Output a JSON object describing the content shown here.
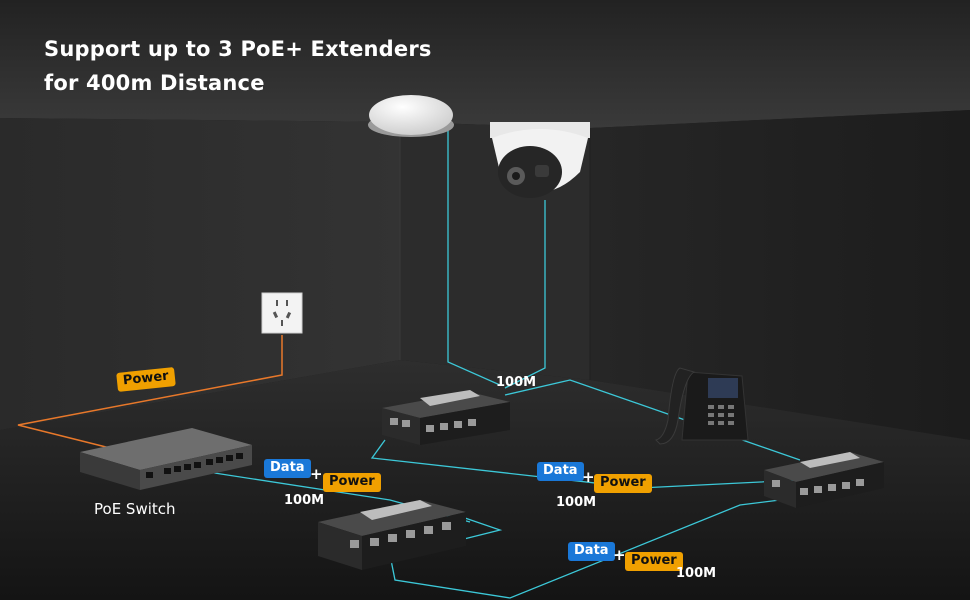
{
  "headline": {
    "line1": "Support up to 3 PoE+ Extenders",
    "line2": "for 400m Distance"
  },
  "switch_caption": "PoE Switch",
  "tags": {
    "power_main": "Power",
    "data": "Data",
    "plus": "+",
    "power": "Power"
  },
  "distances": {
    "top": "100M",
    "switch_link": "100M",
    "middle_link": "100M",
    "bottom_link": "100M"
  },
  "colors": {
    "data_cable": "#3cc8d8",
    "power_cable": "#e8782a",
    "data_tag": "#1a78d8",
    "power_tag": "#f0a000"
  },
  "icons": [
    "wifi-access-point",
    "dome-camera",
    "wall-socket",
    "ip-phone",
    "poe-switch",
    "poe-extender"
  ]
}
